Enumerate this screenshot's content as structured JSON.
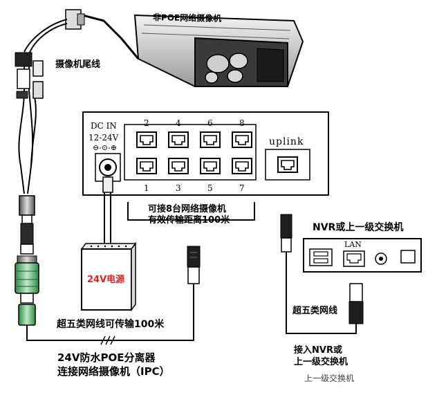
{
  "camera": {
    "title": "非POE网络摄像机",
    "tail_label": "摄像机尾线"
  },
  "switch": {
    "dc_in": "DC IN",
    "voltage": "12-24V",
    "polarity": "⊖-⊙-⊕",
    "uplink": "uplink",
    "top_ports": [
      "2",
      "4",
      "6",
      "8"
    ],
    "bottom_ports": [
      "1",
      "3",
      "5",
      "7"
    ],
    "note_line1": "可接8台网络摄像机",
    "note_line2": "有效传输距离100米"
  },
  "power": {
    "label": "24V电源",
    "accent": "#e41e1e"
  },
  "cable": {
    "note": "超五类网线可传输100米",
    "note_right": "超五类网线"
  },
  "splitter": {
    "line1": "24V防水POE分离器",
    "line2": "连接网络摄像机（IPC）"
  },
  "nvr": {
    "title": "NVR或上一级交换机",
    "lan": "LAN",
    "connect_line1": "接入NVR或",
    "connect_line2": "上一级交换机",
    "caption": "上一级交换机"
  }
}
